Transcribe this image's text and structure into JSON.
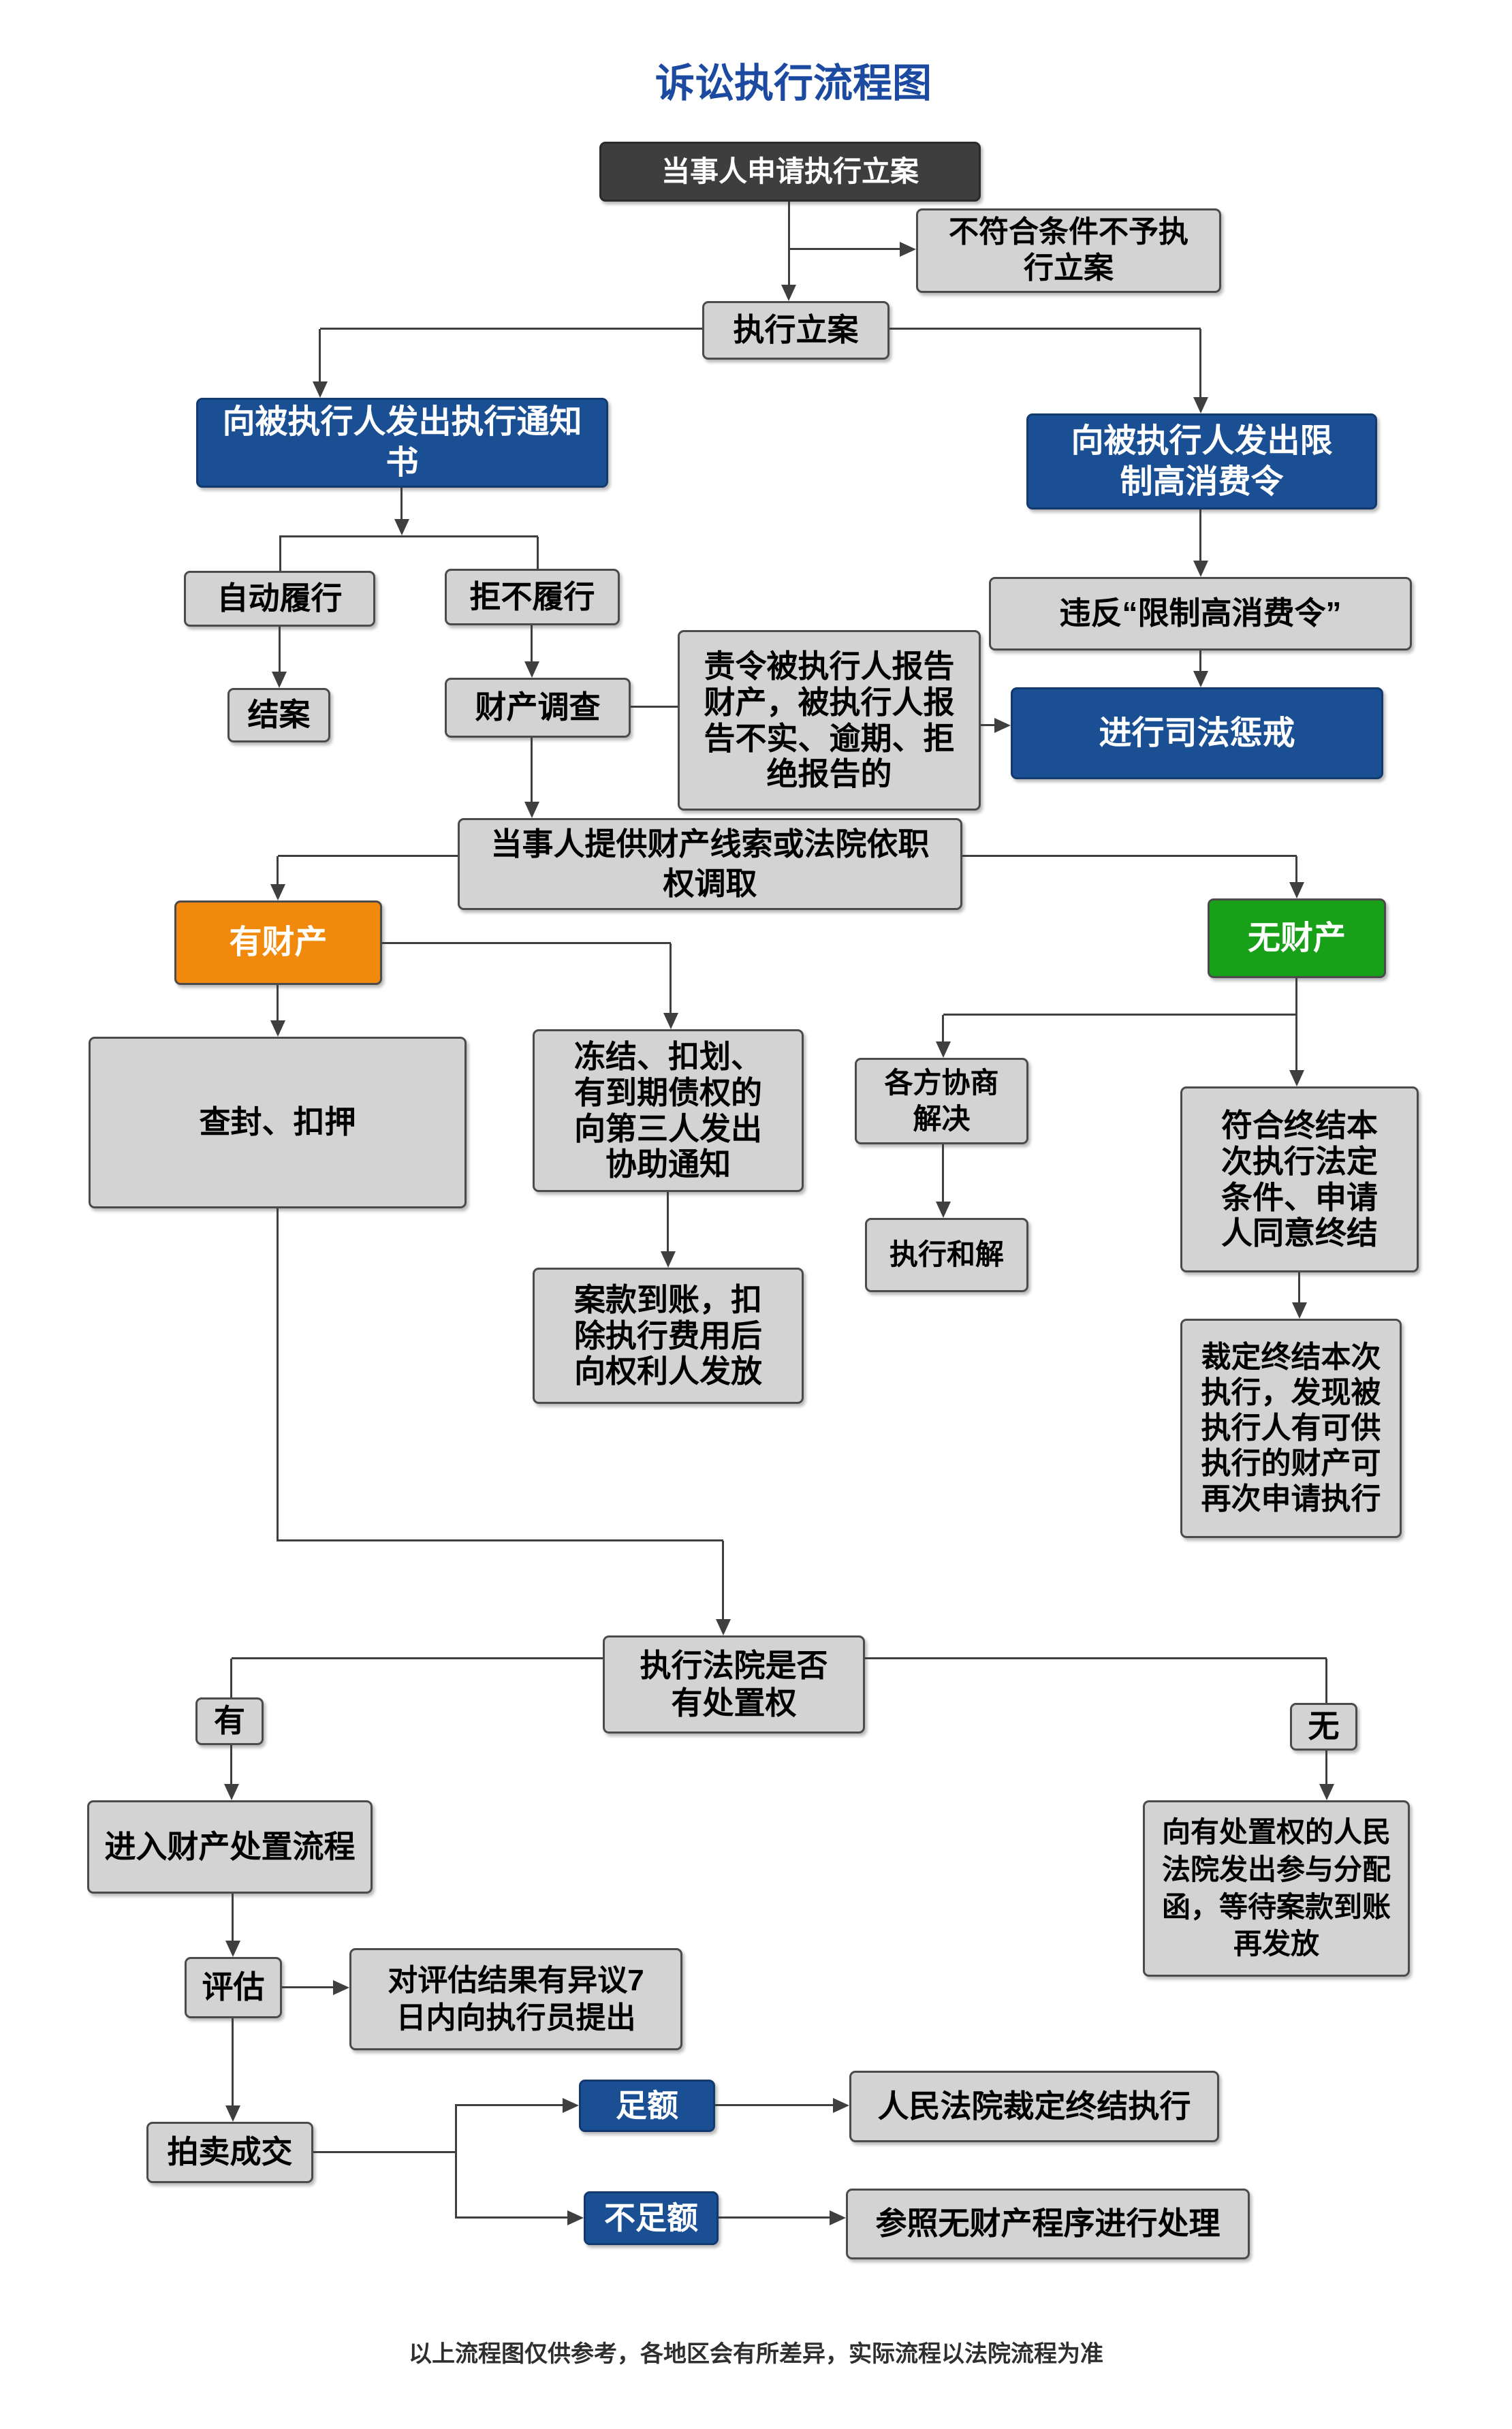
{
  "title": "诉讼执行流程图",
  "footer": "以上流程图仅供参考，各地区会有所差异，实际流程以法院流程为准",
  "colors": {
    "title_blue": "#1c4aa0",
    "box_gray": "#d3d3d3",
    "box_dark": "#3e3e3e",
    "box_blue": "#1b4f94",
    "box_orange": "#f18a0c",
    "box_green": "#18a018",
    "line": "#3f3f3f",
    "border": "#4b4b4b"
  },
  "nodes": {
    "start": "当事人申请执行立案",
    "reject": "不符合条件不予执行立案",
    "filing": "执行立案",
    "notice": "向被执行人发出执行通知书",
    "limit_order": "向被执行人发出限制高消费令",
    "auto_perform": "自动履行",
    "refuse_perform": "拒不履行",
    "violate": "违反“限制高消费令”",
    "close_case": "结案",
    "investigate": "财产调查",
    "order_report": "责令被执行人报告财产，被执行人报告不实、逾期、拒绝报告的",
    "judicial_punish": "进行司法惩戒",
    "clues": "当事人提供财产线索或法院依职权调取",
    "has_property": "有财产",
    "no_property": "无财产",
    "seize": "查封、扣押",
    "freeze": "冻结、扣划、有到期债权的向第三人发出协助通知",
    "negotiate": "各方协商解决",
    "settlement": "执行和解",
    "funds_release": "案款到账，扣除执行费用后向权利人发放",
    "end_conditions": "符合终结本次执行法定条件、申请人同意终结",
    "rule_end": "裁定终结本次执行，发现被执行人有可供执行的财产可再次申请执行",
    "disposal_question": "执行法院是否有处置权",
    "branch_yes": "有",
    "branch_no": "无",
    "enter_disposal": "进入财产处置流程",
    "appraise": "评估",
    "objection": "对评估结果有异议7日内向执行员提出",
    "participate": "向有处置权的人民法院发出参与分配函，等待案款到账再发放",
    "auction_deal": "拍卖成交",
    "full_amount": "足额",
    "insufficient": "不足额",
    "court_end": "人民法院裁定终结执行",
    "refer_no_property": "参照无财产程序进行处理"
  }
}
